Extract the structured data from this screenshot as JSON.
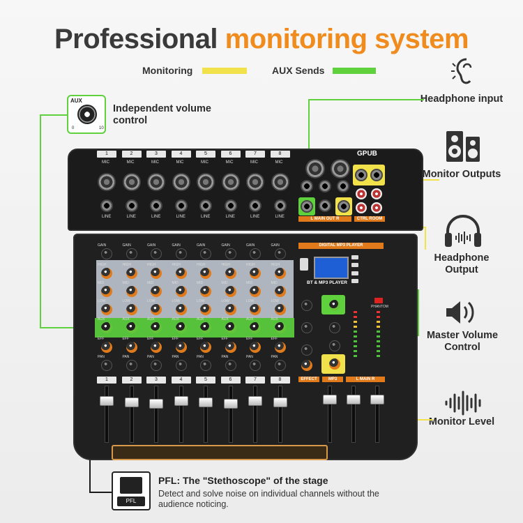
{
  "title": {
    "main": "Professional",
    "accent": "monitoring system"
  },
  "legend": {
    "monitoring": {
      "label": "Monitoring",
      "color": "#f1e14a"
    },
    "aux_sends": {
      "label": "AUX Sends",
      "color": "#5ed13c"
    }
  },
  "callouts": {
    "independent_volume": "Independent volume control",
    "headphone_input": "Headphone input",
    "monitor_outputs": "Monitor Outputs",
    "headphone_output": "Headphone Output",
    "master_volume": "Master Volume Control",
    "monitor_level": "Monitor Level"
  },
  "aux_icon": {
    "label": "AUX",
    "min": "0",
    "max": "10"
  },
  "mixer": {
    "brand": "GPUB",
    "channels": [
      "1",
      "2",
      "3",
      "4",
      "5",
      "6",
      "7",
      "8"
    ],
    "mic_label": "MIC",
    "line_label": "LINE",
    "mp3_header": "DIGITAL MP3 PLAYER",
    "bt_label": "BT & MP3 PLAYER",
    "main_out_label": "L MAIN OUT R",
    "ctrl_room_label": "CTRL ROOM",
    "effect_label": "EFFECT",
    "mp3_label": "MP3",
    "main_r_label": "L MAIN R",
    "phantom_label": "PHANTOM",
    "row_labels": [
      "GAIN",
      "HIGH",
      "MID",
      "LOW",
      "AUX",
      "EFF",
      "PAN"
    ]
  },
  "pfl": {
    "button_label": "PFL",
    "title": "PFL: The \"Stethoscope\" of the stage",
    "description": "Detect and solve noise on individual channels without the audience noticing."
  },
  "colors": {
    "accent": "#f08c1e",
    "green": "#5ed13c",
    "yellow": "#f1e14a"
  }
}
